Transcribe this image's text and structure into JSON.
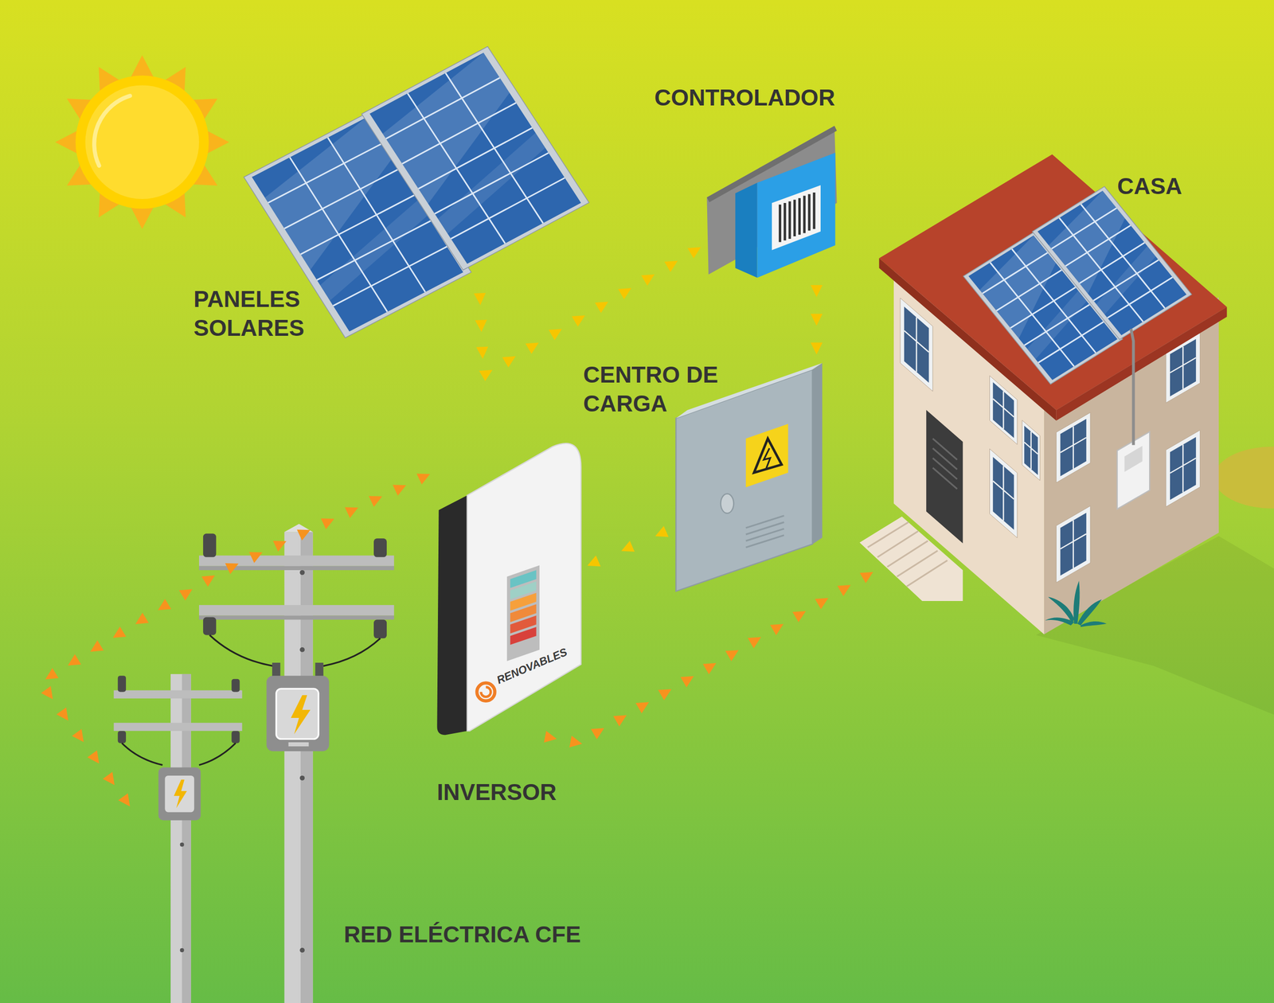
{
  "diagram": {
    "nodes": [
      {
        "text": [
          "PANELES SOLARES"
        ]
      },
      {
        "text": [
          "CONTROLADOR"
        ]
      },
      {
        "text": [
          "CASA"
        ]
      },
      {
        "text": [
          "CENTRO DE CARGA"
        ]
      },
      {
        "text": [
          "INVERSOR"
        ]
      },
      {
        "text": [
          "RED ELÉCTRICA CFE"
        ]
      }
    ],
    "edges": [
      {
        "from": 0,
        "to": 1,
        "arrow": "to"
      },
      {
        "from": 1,
        "to": 3,
        "arrow": "to"
      },
      {
        "from": 3,
        "to": 4,
        "arrow": "to"
      },
      {
        "from": 4,
        "to": 5,
        "arrow": "both"
      },
      {
        "from": 4,
        "to": 2,
        "arrow": "to"
      }
    ],
    "labels": [
      "RENOVABLES"
    ]
  }
}
